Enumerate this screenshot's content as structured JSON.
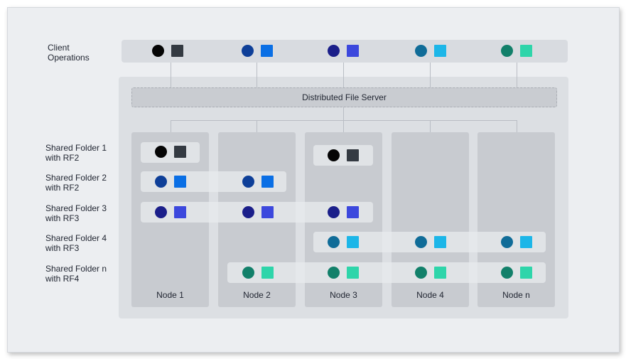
{
  "labels": {
    "client_operations": [
      "Client",
      "Operations"
    ],
    "folders": [
      [
        "Shared Folder 1",
        "with RF2"
      ],
      [
        "Shared Folder 2",
        "with RF2"
      ],
      [
        "Shared Folder 3",
        "with RF3"
      ],
      [
        "Shared Folder 4",
        "with RF3"
      ],
      [
        "Shared Folder n",
        "with RF4"
      ]
    ]
  },
  "server": {
    "title": "Distributed File Server"
  },
  "nodes": [
    "Node 1",
    "Node 2",
    "Node 3",
    "Node 4",
    "Node n"
  ],
  "colors": {
    "share1": {
      "circle": "#050505",
      "square": "#343a42"
    },
    "share2": {
      "circle": "#0e3f98",
      "square": "#0a6fe5"
    },
    "share3": {
      "circle": "#1b1f8a",
      "square": "#3c48dd"
    },
    "share4": {
      "circle": "#106c98",
      "square": "#1cb6e8"
    },
    "share5": {
      "circle": "#12806a",
      "square": "#2ed5aa"
    }
  },
  "client_shares": [
    "share1",
    "share2",
    "share3",
    "share4",
    "share5"
  ],
  "placements": [
    {
      "share": "share1",
      "nodes": [
        1,
        3
      ]
    },
    {
      "share": "share2",
      "nodes": [
        1,
        2
      ]
    },
    {
      "share": "share3",
      "nodes": [
        1,
        2,
        3
      ]
    },
    {
      "share": "share4",
      "nodes": [
        3,
        4,
        5
      ]
    },
    {
      "share": "share5",
      "nodes": [
        2,
        3,
        4,
        5
      ]
    }
  ]
}
